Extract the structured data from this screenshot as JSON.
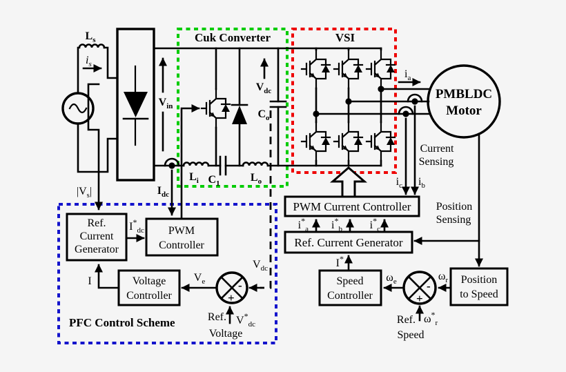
{
  "colors": {
    "background": "#F5F5F5",
    "line": "#000000",
    "cuk_box_green": "#00CC00",
    "vsi_box_red": "#EE0000",
    "pfc_box_blue": "#1414CC"
  },
  "labels": {
    "ls": {
      "m": "L",
      "s": "s"
    },
    "is": {
      "m": "i",
      "s": "s"
    },
    "vs": {
      "pre": "|V",
      "s": "s",
      "post": "|"
    },
    "vin": {
      "m": "V",
      "s": "in"
    },
    "idc": {
      "m": "I",
      "s": "dc"
    },
    "cuk_title": "Cuk Converter",
    "li": {
      "m": "L",
      "s": "i"
    },
    "c1": {
      "m": "C",
      "s": "1"
    },
    "lo": {
      "m": "L",
      "s": "o"
    },
    "co": {
      "m": "C",
      "s": "o"
    },
    "vdc": {
      "m": "V",
      "s": "dc"
    },
    "vsi_title": "VSI",
    "ia": {
      "m": "i",
      "s": "a"
    },
    "ib": {
      "m": "i",
      "s": "b"
    },
    "ic": {
      "m": "i",
      "s": "c"
    },
    "motor": {
      "l1": "PMBLDC",
      "l2": "Motor"
    },
    "current_sensing": {
      "l1": "Current",
      "l2": "Sensing"
    },
    "position_sensing": {
      "l1": "Position",
      "l2": "Sensing"
    },
    "pwm_current_controller": "PWM Current Controller",
    "ref_current_generator": "Ref. Current Generator",
    "ia_ref": {
      "m": "i",
      "sup": "*",
      "s": "a"
    },
    "ib_ref": {
      "m": "i",
      "sup": "*",
      "s": "b"
    },
    "ic_ref": {
      "m": "i",
      "sup": "*",
      "s": "c"
    },
    "i_ref": {
      "m": "I",
      "sup": "*"
    },
    "speed_controller": {
      "l1": "Speed",
      "l2": "Controller"
    },
    "position_to_speed": {
      "l1": "Position",
      "l2": "to Speed"
    },
    "omega_e": {
      "m": "ω",
      "s": "e"
    },
    "omega_r": {
      "m": "ω",
      "s": "r"
    },
    "omega_r_ref": {
      "m": "ω",
      "sup": "*",
      "s": "r"
    },
    "ref_speed": {
      "l1": "Ref.",
      "l2": "Speed"
    },
    "pfc_title": "PFC Control Scheme",
    "rcg_pfc": {
      "l1": "Ref.",
      "l2": "Current",
      "l3": "Generator"
    },
    "pwm_controller": {
      "l1": "PWM",
      "l2": "Controller"
    },
    "voltage_controller": {
      "l1": "Voltage",
      "l2": "Controller"
    },
    "i_fb": "I",
    "idc_ref": {
      "m": "I",
      "sup": "*",
      "s": "dc"
    },
    "ve": {
      "m": "V",
      "s": "e"
    },
    "vdc_sense": {
      "m": "V",
      "s": "dc"
    },
    "ref_voltage": {
      "l1": "Ref.",
      "l2": "Voltage"
    },
    "vdc_ref": {
      "m": "V",
      "sup": "*",
      "s": "dc"
    },
    "plus": "+",
    "minus": "-"
  }
}
